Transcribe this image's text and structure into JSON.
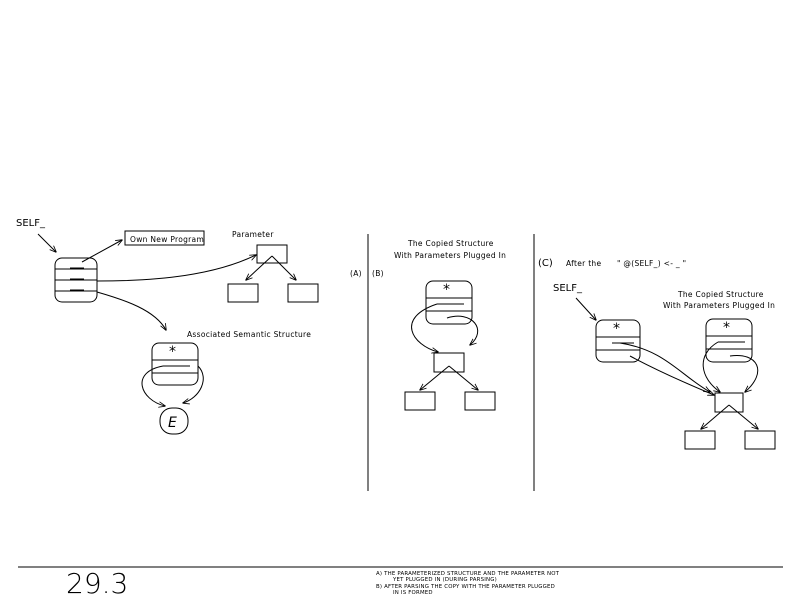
{
  "diagram": {
    "left": {
      "self_label": "SELF_",
      "own_program_label": "Own New Program",
      "parameter_label": "Parameter",
      "semantic_label": "Associated Semantic Structure",
      "star": "*",
      "e_node": "E"
    },
    "panel_labels": {
      "a": "(A)",
      "b": "(B)",
      "c": "(C)"
    },
    "middle": {
      "title_line1": "The Copied Structure",
      "title_line2": "With Parameters Plugged In",
      "star": "*"
    },
    "right": {
      "after_label": "After the",
      "after_expr": "\" @(SELF_) <- _ \"",
      "self_label": "SELF_",
      "title_line1": "The Copied Structure",
      "title_line2": "With Parameters Plugged In",
      "star_left": "*",
      "star_right": "*"
    }
  },
  "footer": {
    "page_number": "29.3",
    "notes": [
      "A) THE PARAMETERIZED STRUCTURE AND THE PARAMETER NOT",
      "YET PLUGGED IN (DURING PARSING)",
      "B) AFTER PARSING THE COPY WITH THE PARAMETER PLUGGED",
      "IN IS FORMED"
    ]
  }
}
